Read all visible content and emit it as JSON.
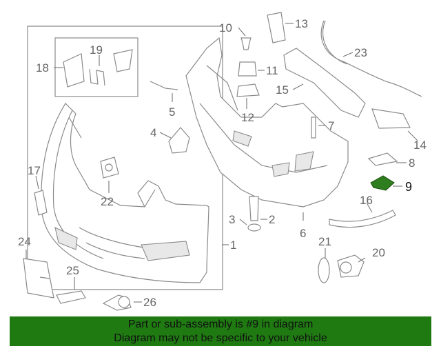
{
  "callouts": {
    "c1": "1",
    "c2": "2",
    "c3": "3",
    "c4": "4",
    "c5": "5",
    "c6": "6",
    "c7": "7",
    "c8": "8",
    "c9": "9",
    "c10": "10",
    "c11": "11",
    "c12": "12",
    "c13": "13",
    "c14": "14",
    "c15": "15",
    "c16": "16",
    "c17": "17",
    "c18": "18",
    "c19": "19",
    "c20": "20",
    "c21": "21",
    "c22": "22",
    "c23": "23",
    "c24": "24",
    "c25": "25",
    "c26": "26"
  },
  "highlight": {
    "part_number": "9",
    "color": "#2e7d1e"
  },
  "banner": {
    "line1": "Part or sub-assembly is #9 in diagram",
    "line2": "Diagram may not be specific to your vehicle",
    "background": "#1f7a12"
  }
}
